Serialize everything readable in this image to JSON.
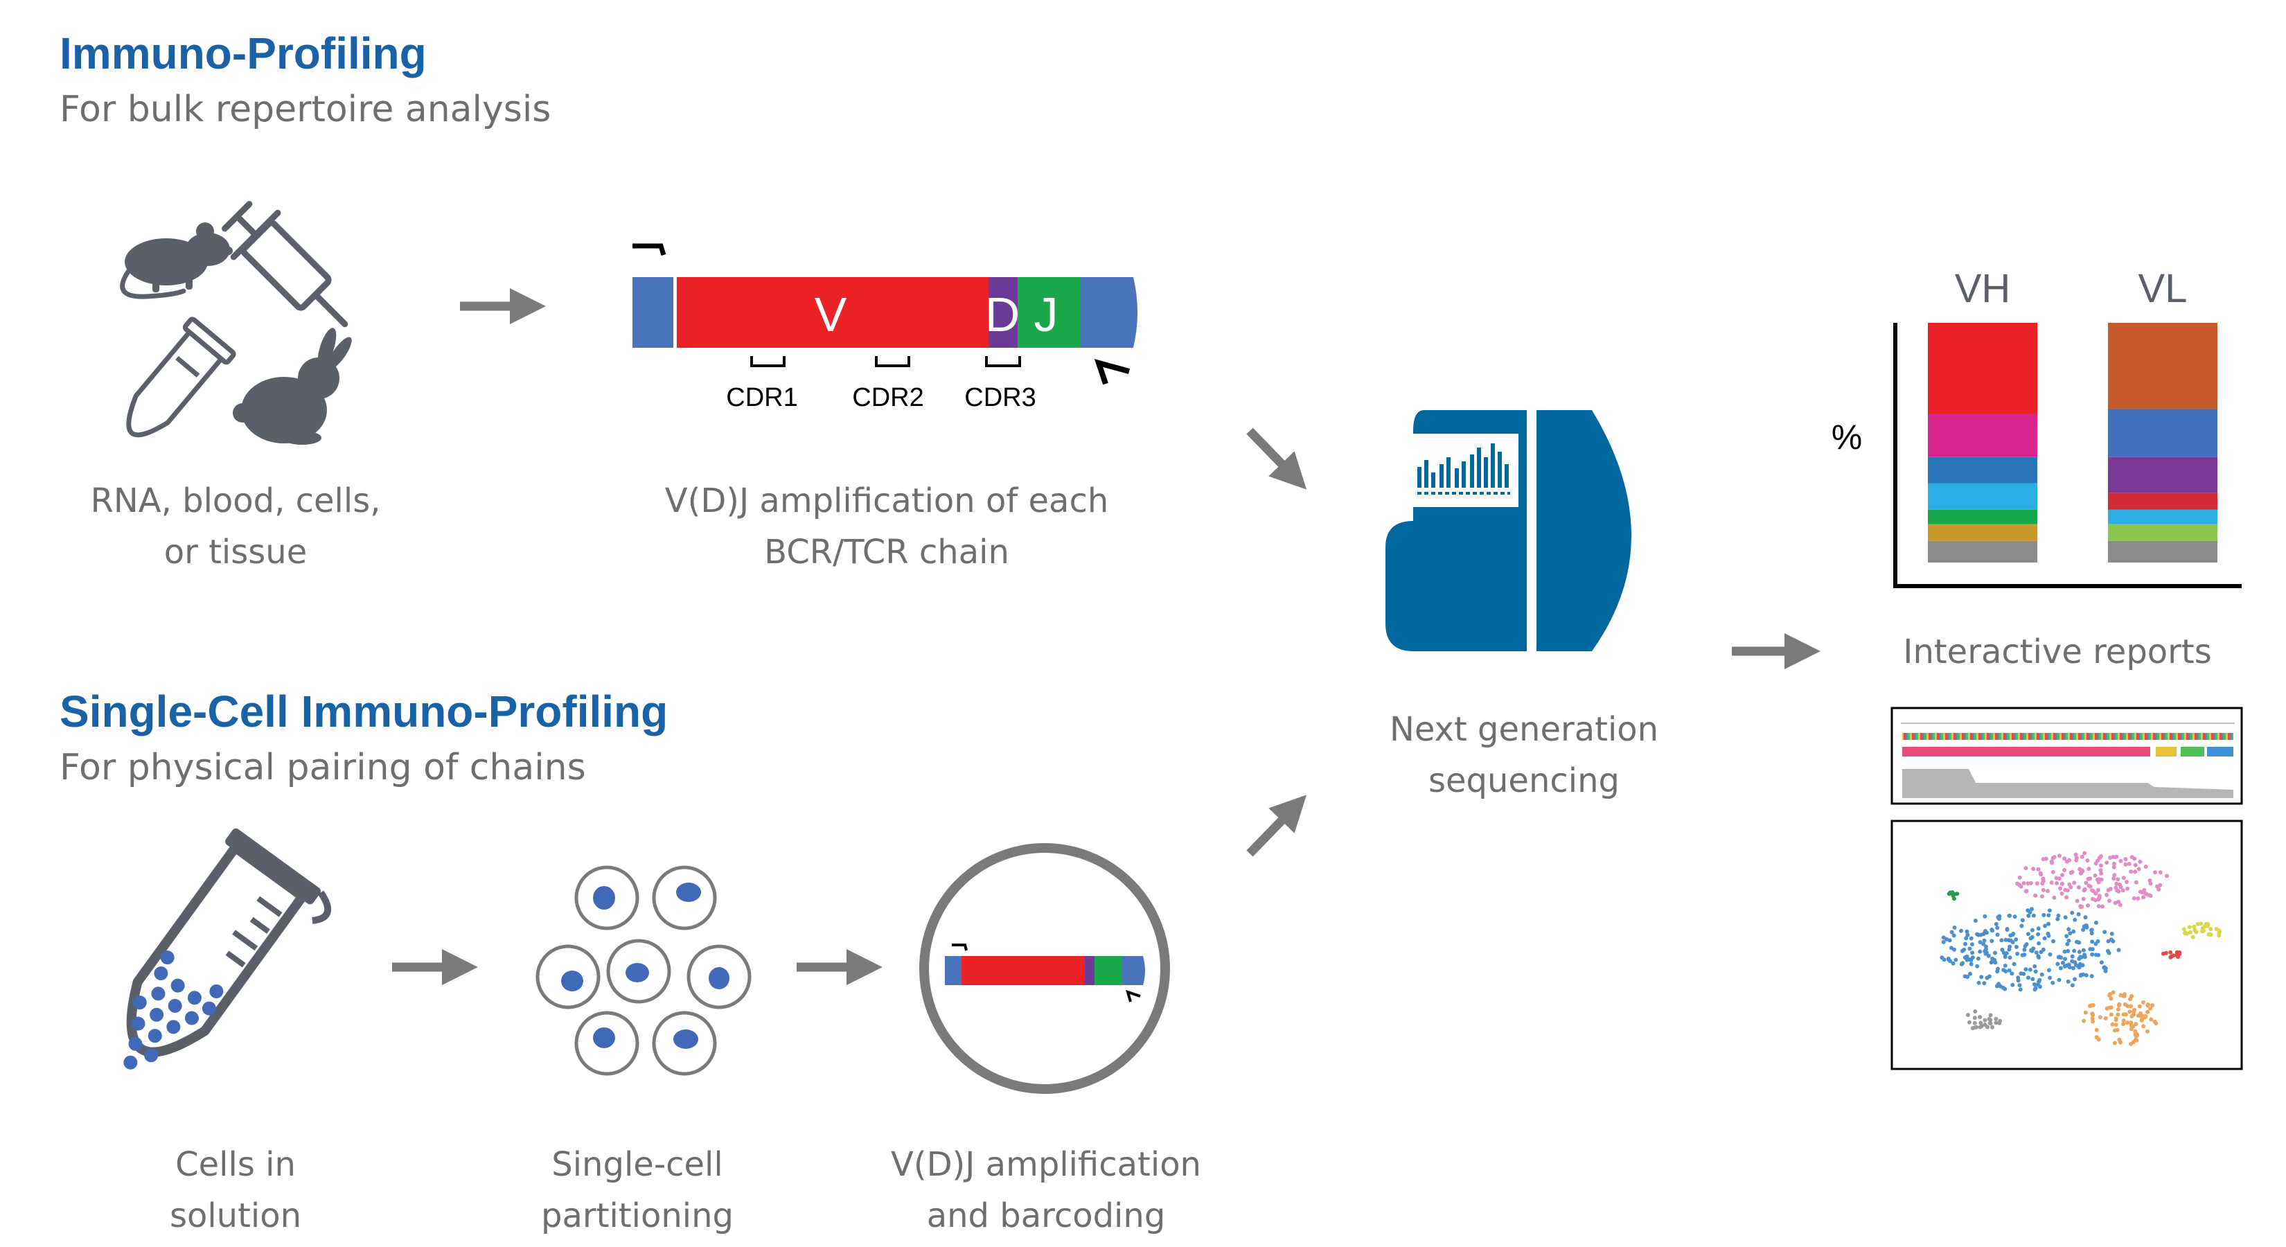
{
  "bulk": {
    "title": "Immuno-Profiling",
    "subtitle": "For bulk repertoire analysis",
    "sample_caption": [
      "RNA, blood, cells,",
      "or tissue"
    ],
    "amplification_caption": [
      "V(D)J amplification of each",
      "BCR/TCR chain"
    ],
    "segments": {
      "v": "V",
      "d": "D",
      "j": "J"
    },
    "cdr_labels": [
      "CDR1",
      "CDR2",
      "CDR3"
    ]
  },
  "single_cell": {
    "title": "Single-Cell Immuno-Profiling",
    "subtitle": "For physical pairing of chains",
    "steps": [
      [
        "Cells in",
        "solution"
      ],
      [
        "Single-cell",
        "partitioning"
      ],
      [
        "V(D)J amplification",
        "and barcoding"
      ]
    ]
  },
  "sequencing": {
    "caption": [
      "Next generation",
      "sequencing"
    ]
  },
  "reports": {
    "caption": "Interactive reports",
    "chart": {
      "ylabel": "%",
      "columns": [
        {
          "label": "VH",
          "segments": [
            {
              "color": "#ec2227",
              "share": 38
            },
            {
              "color": "#d6258f",
              "share": 18
            },
            {
              "color": "#2a74ba",
              "share": 11
            },
            {
              "color": "#2aaee3",
              "share": 11
            },
            {
              "color": "#14a84a",
              "share": 6
            },
            {
              "color": "#c7982a",
              "share": 7
            },
            {
              "color": "#8a8a8a",
              "share": 9
            }
          ]
        },
        {
          "label": "VL",
          "segments": [
            {
              "color": "#c65a2b",
              "share": 36
            },
            {
              "color": "#4170bf",
              "share": 20
            },
            {
              "color": "#7a3a96",
              "share": 15
            },
            {
              "color": "#d22d36",
              "share": 7
            },
            {
              "color": "#2aaee3",
              "share": 6
            },
            {
              "color": "#8ac74e",
              "share": 7
            },
            {
              "color": "#8a8a8a",
              "share": 9
            }
          ]
        }
      ]
    }
  },
  "colors": {
    "heading": "#1a62a8",
    "text": "#6d6e71",
    "icon": "#5b5f69",
    "arrow": "#7a7a7a",
    "instrument": "#00679f",
    "cell_nucleus": "#4169b8",
    "segment_blue": "#4a73bb",
    "segment_red": "#ec2227",
    "segment_purple": "#6b3b97",
    "segment_green": "#1ba84a"
  },
  "icons": [
    "mouse-icon",
    "syringe-icon",
    "tube-icon",
    "rabbit-icon",
    "sequencer-icon",
    "partition-cells-icon",
    "droplet-icon"
  ]
}
